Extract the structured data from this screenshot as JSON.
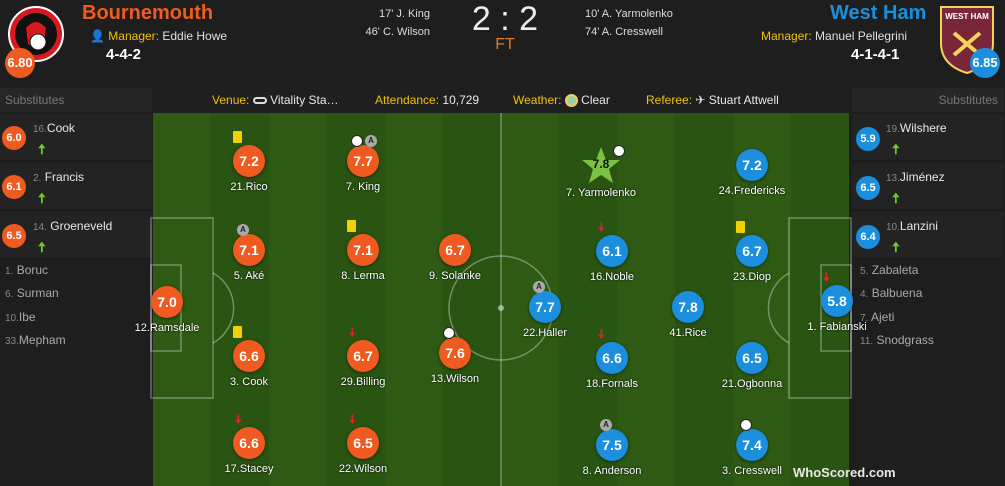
{
  "home": {
    "name": "Bournemouth",
    "manager_label": "Manager:",
    "manager": "Eddie Howe",
    "formation": "4-4-2",
    "rating": "6.80",
    "goals": [
      "17' J. King",
      "46' C. Wilson"
    ],
    "subs_title": "Substitutes",
    "subs": [
      {
        "rating": "6.0",
        "num": "16.",
        "name": "Cook"
      },
      {
        "rating": "6.1",
        "num": "2.",
        "name": "Francis"
      },
      {
        "rating": "6.5",
        "num": "14.",
        "name": "Groeneveld"
      }
    ],
    "bench": [
      {
        "num": "1.",
        "name": "Boruc"
      },
      {
        "num": "6.",
        "name": "Surman"
      },
      {
        "num": "10.",
        "name": "Ibe"
      },
      {
        "num": "33.",
        "name": "Mepham"
      }
    ],
    "players": [
      {
        "rating": "7.0",
        "label": "12.Ramsdale",
        "marks": []
      },
      {
        "rating": "7.2",
        "label": "21.Rico",
        "marks": [
          "card"
        ]
      },
      {
        "rating": "7.1",
        "label": "5. Aké",
        "marks": [
          "assist"
        ]
      },
      {
        "rating": "6.6",
        "label": "3. Cook",
        "marks": [
          "card"
        ]
      },
      {
        "rating": "6.6",
        "label": "17.Stacey",
        "marks": [
          "down"
        ]
      },
      {
        "rating": "7.7",
        "label": "7. King",
        "marks": [
          "ball",
          "assist"
        ]
      },
      {
        "rating": "7.1",
        "label": "8. Lerma",
        "marks": [
          "card"
        ]
      },
      {
        "rating": "6.7",
        "label": "29.Billing",
        "marks": [
          "down"
        ]
      },
      {
        "rating": "6.5",
        "label": "22.Wilson",
        "marks": [
          "down"
        ]
      },
      {
        "rating": "6.7",
        "label": "9. Solanke",
        "marks": []
      },
      {
        "rating": "7.6",
        "label": "13.Wilson",
        "marks": [
          "ball"
        ]
      }
    ]
  },
  "away": {
    "name": "West Ham",
    "manager_label": "Manager:",
    "manager": "Manuel Pellegrini",
    "formation": "4-1-4-1",
    "rating": "6.85",
    "goals": [
      "10' A. Yarmolenko",
      "74' A. Cresswell"
    ],
    "subs_title": "Substitutes",
    "subs": [
      {
        "rating": "5.9",
        "num": "19.",
        "name": "Wilshere"
      },
      {
        "rating": "6.5",
        "num": "13.",
        "name": "Jiménez"
      },
      {
        "rating": "6.4",
        "num": "10.",
        "name": "Lanzini"
      }
    ],
    "bench": [
      {
        "num": "5.",
        "name": "Zabaleta"
      },
      {
        "num": "4.",
        "name": "Balbuena"
      },
      {
        "num": "7.",
        "name": "Ajeti"
      },
      {
        "num": "11.",
        "name": "Snodgrass"
      }
    ],
    "players": [
      {
        "rating": "7.8",
        "label": "7. Yarmolenko",
        "marks": [
          "ball"
        ],
        "star": true
      },
      {
        "rating": "7.2",
        "label": "24.Fredericks",
        "marks": []
      },
      {
        "rating": "6.1",
        "label": "16.Noble",
        "marks": [
          "down"
        ]
      },
      {
        "rating": "6.7",
        "label": "23.Diop",
        "marks": [
          "card"
        ]
      },
      {
        "rating": "7.7",
        "label": "22.Haller",
        "marks": [
          "assist"
        ]
      },
      {
        "rating": "7.8",
        "label": "41.Rice",
        "marks": []
      },
      {
        "rating": "5.8",
        "label": "1. Fabianski",
        "marks": [
          "down"
        ]
      },
      {
        "rating": "6.6",
        "label": "18.Fornals",
        "marks": [
          "down"
        ]
      },
      {
        "rating": "6.5",
        "label": "21.Ogbonna",
        "marks": []
      },
      {
        "rating": "7.5",
        "label": "8. Anderson",
        "marks": [
          "assist"
        ]
      },
      {
        "rating": "7.4",
        "label": "3. Cresswell",
        "marks": [
          "ball"
        ]
      }
    ]
  },
  "score": {
    "home": "2",
    "sep": ":",
    "away": "2",
    "status": "FT"
  },
  "info": {
    "venue_label": "Venue:",
    "venue": "Vitality Sta…",
    "attendance_label": "Attendance:",
    "attendance": "10,729",
    "weather_label": "Weather:",
    "weather": "Clear",
    "referee_label": "Referee:",
    "referee": "Stuart Attwell"
  },
  "colors": {
    "home": "#ee5a1f",
    "away": "#1b8ede",
    "yellow": "#f2c200"
  },
  "watermark": "WhoScored.com"
}
